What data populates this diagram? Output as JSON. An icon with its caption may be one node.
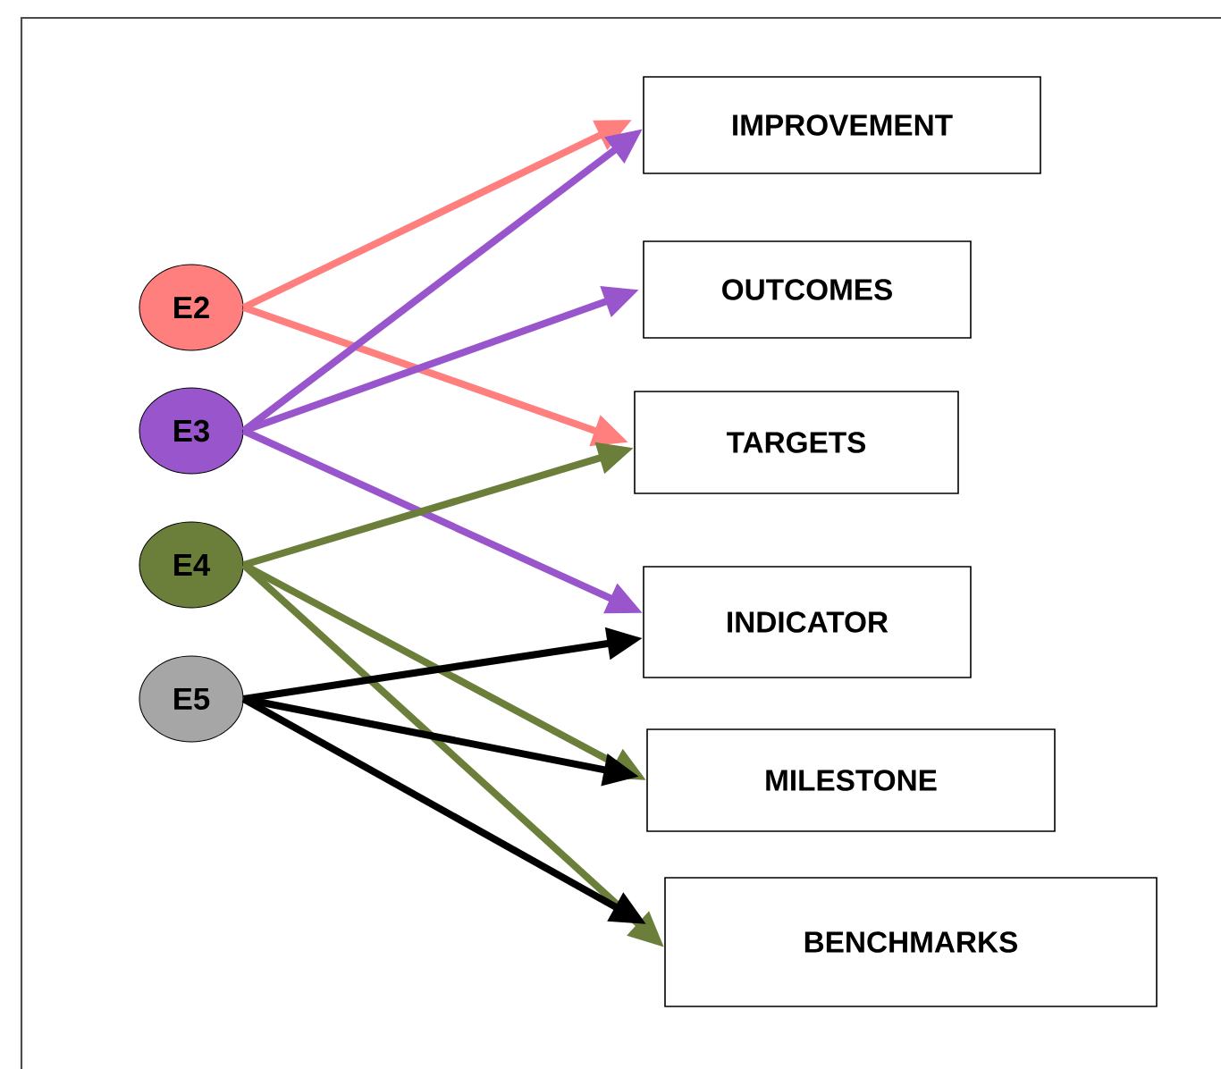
{
  "diagram": {
    "nodes": [
      {
        "text": [
          "E2"
        ]
      },
      {
        "text": [
          "E3"
        ]
      },
      {
        "text": [
          "E4"
        ]
      },
      {
        "text": [
          "E5"
        ]
      },
      {
        "text": [
          "IMPROVEMENT"
        ]
      },
      {
        "text": [
          "OUTCOMES"
        ]
      },
      {
        "text": [
          "TARGETS"
        ]
      },
      {
        "text": [
          "INDICATOR"
        ]
      },
      {
        "text": [
          "MILESTONE"
        ]
      },
      {
        "text": [
          "BENCHMARKS"
        ]
      }
    ],
    "edges": [
      {
        "from": 0,
        "to": 4,
        "arrow": "to",
        "color": "#ff7f7f"
      },
      {
        "from": 0,
        "to": 6,
        "arrow": "to",
        "color": "#ff7f7f"
      },
      {
        "from": 1,
        "to": 4,
        "arrow": "to",
        "color": "#9955cc"
      },
      {
        "from": 1,
        "to": 5,
        "arrow": "to",
        "color": "#9955cc"
      },
      {
        "from": 1,
        "to": 7,
        "arrow": "to",
        "color": "#9955cc"
      },
      {
        "from": 2,
        "to": 6,
        "arrow": "to",
        "color": "#6b7f3a"
      },
      {
        "from": 2,
        "to": 8,
        "arrow": "to",
        "color": "#6b7f3a"
      },
      {
        "from": 2,
        "to": 9,
        "arrow": "to",
        "color": "#6b7f3a"
      },
      {
        "from": 3,
        "to": 7,
        "arrow": "to",
        "color": "#000000"
      },
      {
        "from": 3,
        "to": 8,
        "arrow": "to",
        "color": "#000000"
      },
      {
        "from": 3,
        "to": 9,
        "arrow": "to",
        "color": "#000000"
      }
    ]
  }
}
